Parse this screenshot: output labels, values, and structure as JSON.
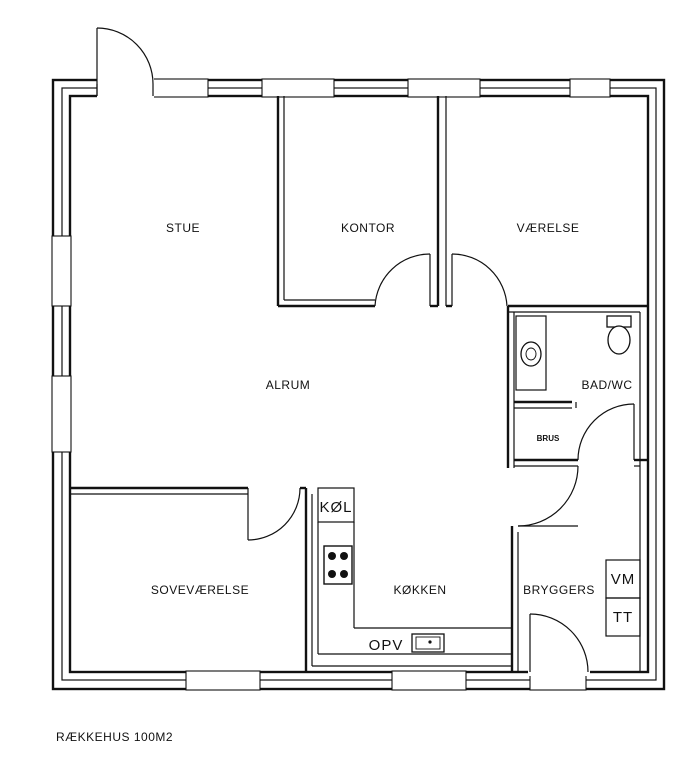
{
  "rooms": {
    "stue": "STUE",
    "kontor": "KONTOR",
    "vaerelse": "VÆRELSE",
    "alrum": "ALRUM",
    "bad_wc": "BAD/WC",
    "brus": "BRUS",
    "sovevaerelse": "SOVEVÆRELSE",
    "kokken": "KØKKEN",
    "bryggers": "BRYGGERS"
  },
  "fixtures": {
    "kol": "KØL",
    "opv": "OPV",
    "vm": "VM",
    "tt": "TT"
  },
  "caption": "RÆKKEHUS 100M2"
}
